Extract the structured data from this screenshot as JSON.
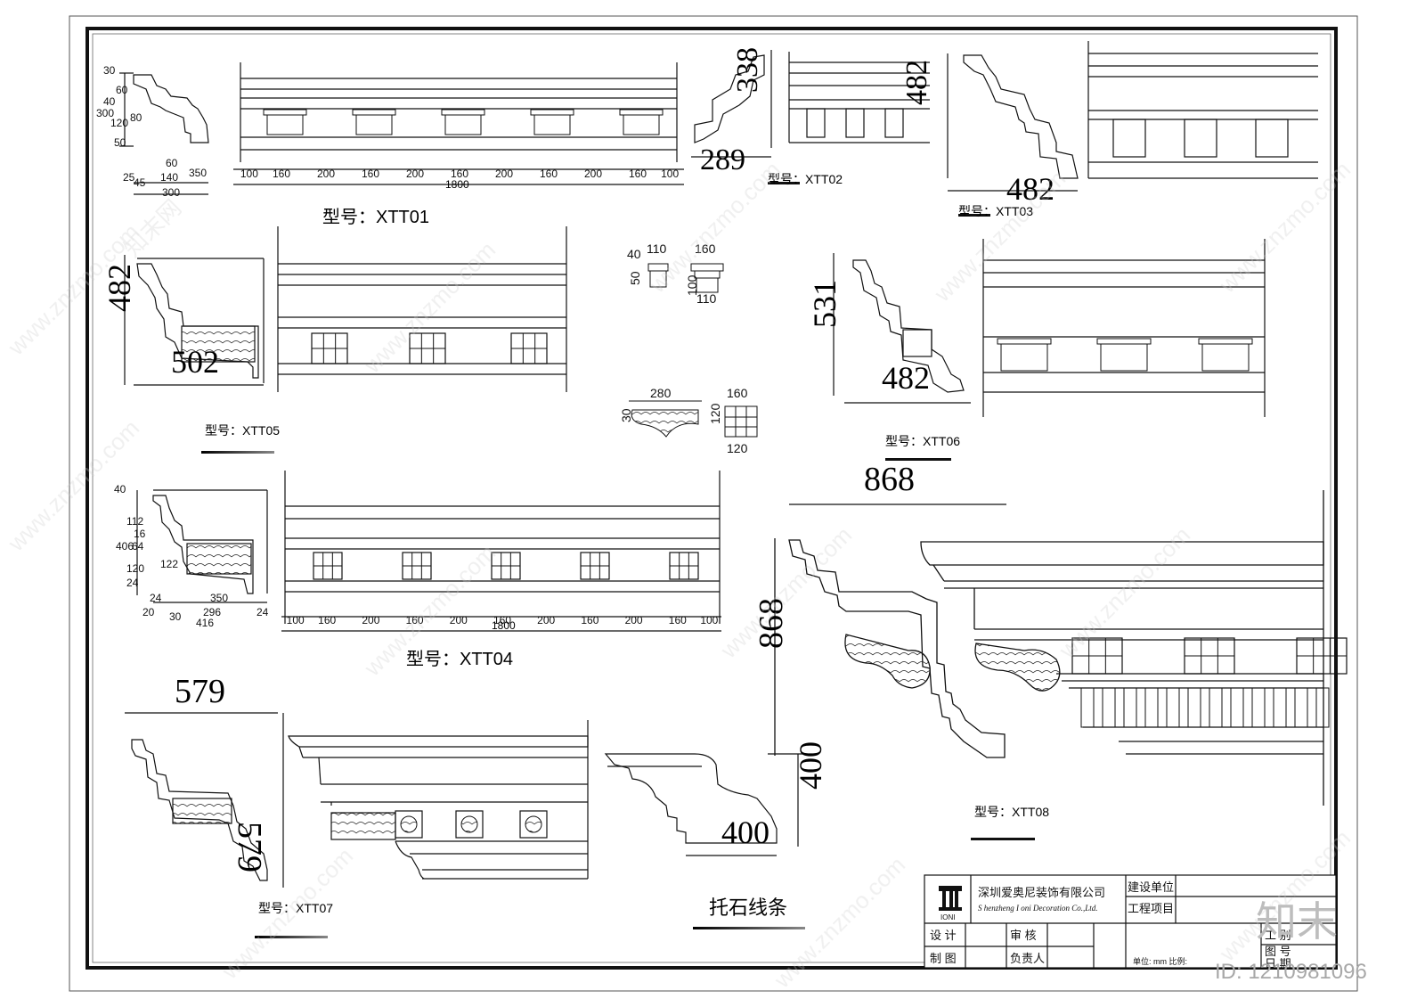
{
  "models": {
    "xtt01": {
      "label": "型号：XTT01",
      "profile_dims": [
        "30",
        "60",
        "40",
        "300",
        "120",
        "80",
        "50",
        "60",
        "350",
        "25",
        "45",
        "140",
        "300"
      ],
      "seg_dims": [
        "100",
        "160",
        "200",
        "160",
        "200",
        "160",
        "200",
        "160",
        "200",
        "160",
        "100"
      ],
      "total": "1800"
    },
    "xtt02": {
      "label": "型号：XTT02",
      "dims": [
        "338",
        "289"
      ]
    },
    "xtt03": {
      "label": "型号：XTT03",
      "dims": [
        "482",
        "482"
      ]
    },
    "xtt05": {
      "label": "型号：XTT05",
      "dims": [
        "482",
        "502"
      ]
    },
    "xtt06": {
      "label": "型号：XTT06",
      "dims": [
        "531",
        "482"
      ]
    },
    "xtt04": {
      "label": "型号：XTT04",
      "profile_dims": [
        "40",
        "112",
        "16",
        "406",
        "64",
        "122",
        "120",
        "24",
        "24",
        "350",
        "20",
        "296",
        "24",
        "30",
        "416"
      ],
      "seg_dims": [
        "100",
        "160",
        "200",
        "160",
        "200",
        "160",
        "200",
        "160",
        "200",
        "160",
        "100"
      ],
      "total": "1800"
    },
    "xtt07": {
      "label": "型号：XTT07",
      "dims": [
        "579",
        "579"
      ]
    },
    "xtt08": {
      "label": "型号：XTT08",
      "dims": [
        "868",
        "868"
      ]
    },
    "corbel": {
      "label": "托石线条",
      "dims": [
        "400",
        "400"
      ]
    }
  },
  "details": {
    "dentil_small": [
      "110",
      "40",
      "50",
      "110",
      "100",
      "160"
    ],
    "bracket": [
      "280",
      "30",
      "120",
      "160",
      "120"
    ]
  },
  "title_block": {
    "company_cn": "深圳爱奥尼装饰有限公司",
    "company_en": "S henzheng I oni Decoration Co.,Ltd.",
    "logo_text": "IONI",
    "client": "建设单位",
    "project": "工程项目",
    "design": "设 计",
    "review": "审 核",
    "draw": "制 图",
    "charge": "负责人",
    "unit": "单位: mm  比例:",
    "drawing_no": "图 号",
    "date": "日 期",
    "other": "工 别"
  },
  "watermark": {
    "site": "www.znzmo.com",
    "brand": "知末网",
    "corner_logo": "知末",
    "id": "ID: 1210981096"
  }
}
